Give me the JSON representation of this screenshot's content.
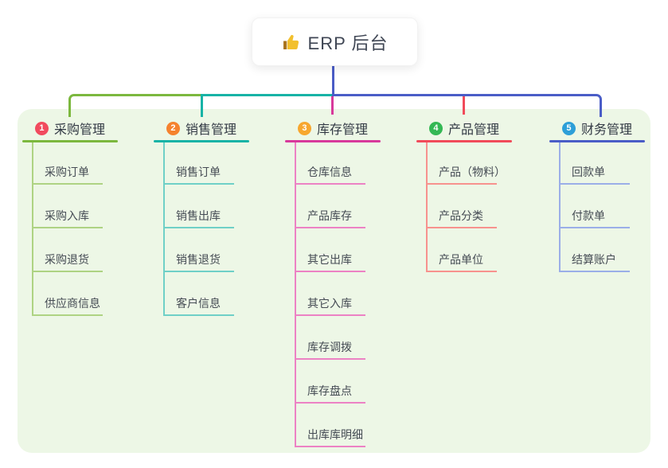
{
  "root": {
    "label": "ERP 后台",
    "icon": "thumbs-up",
    "icon_color": "#f2c02e",
    "box_color": "#ffffff",
    "connector_color": "#4a5cc6"
  },
  "panel": {
    "background_color": "#edf7e6"
  },
  "branches": [
    {
      "number": "1",
      "label": "采购管理",
      "badge_color": "#f14b5e",
      "line_color": "#7cb83e",
      "child_line_color": "#aed383",
      "children": [
        "采购订单",
        "采购入库",
        "采购退货",
        "供应商信息"
      ]
    },
    {
      "number": "2",
      "label": "销售管理",
      "badge_color": "#f5822e",
      "line_color": "#17b3a6",
      "child_line_color": "#6fd0c7",
      "children": [
        "销售订单",
        "销售出库",
        "销售退货",
        "客户信息"
      ]
    },
    {
      "number": "3",
      "label": "库存管理",
      "badge_color": "#f7a72f",
      "line_color": "#d8399b",
      "child_line_color": "#ec82c4",
      "children": [
        "仓库信息",
        "产品库存",
        "其它出库",
        "其它入库",
        "库存调拨",
        "库存盘点",
        "出库库明细"
      ]
    },
    {
      "number": "4",
      "label": "产品管理",
      "badge_color": "#34b854",
      "line_color": "#f14b5a",
      "child_line_color": "#f7928e",
      "children": [
        "产品（物料）",
        "产品分类",
        "产品单位"
      ]
    },
    {
      "number": "5",
      "label": "财务管理",
      "badge_color": "#2d9fd8",
      "line_color": "#4a5dc7",
      "child_line_color": "#9baee8",
      "children": [
        "回款单",
        "付款单",
        "结算账户"
      ]
    }
  ]
}
